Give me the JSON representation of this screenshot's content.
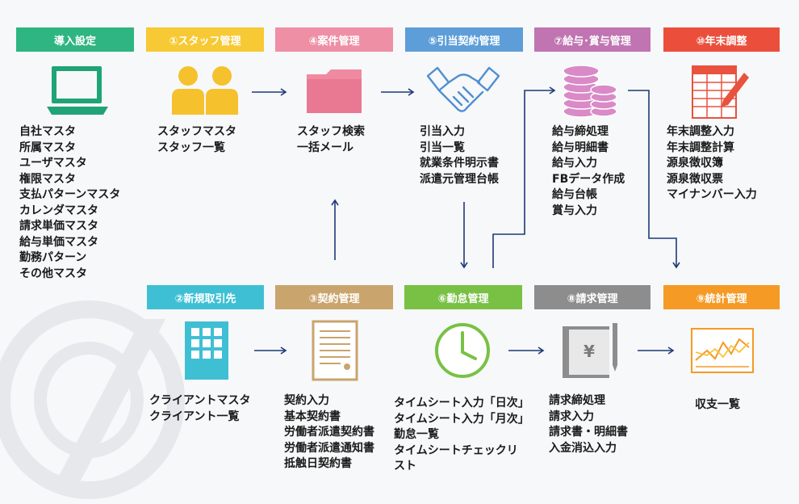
{
  "steps": {
    "setup": {
      "title": "導入設定",
      "color": "#2eb582",
      "items": [
        "自社マスタ",
        "所属マスタ",
        "ユーザマスタ",
        "権限マスタ",
        "支払パターンマスタ",
        "カレンダマスタ",
        "請求単価マスタ",
        "給与単価マスタ",
        "勤務パターン",
        "その他マスタ"
      ]
    },
    "staff": {
      "title": "①スタッフ管理",
      "color": "#f7c934",
      "items": [
        "スタッフマスタ",
        "スタッフ一覧"
      ]
    },
    "new_client": {
      "title": "②新規取引先",
      "color": "#3fbfd4",
      "items": [
        "クライアントマスタ",
        "クライアント一覧"
      ]
    },
    "contract": {
      "title": "③契約管理",
      "color": "#c9a46d",
      "items": [
        "契約入力",
        "基本契約書",
        "労働者派遣契約書",
        "労働者派遣通知書",
        "抵触日契約書"
      ]
    },
    "case": {
      "title": "④案件管理",
      "color": "#ee8fa5",
      "items": [
        "スタッフ検索",
        "一括メール"
      ]
    },
    "assignment": {
      "title": "⑤引当契約管理",
      "color": "#5d9ed8",
      "items": [
        "引当入力",
        "引当一覧",
        "就業条件明示書",
        "派遣元管理台帳"
      ]
    },
    "attendance": {
      "title": "⑥勤怠管理",
      "color": "#78c144",
      "items": [
        "タイムシート入力「日次」",
        "タイムシート入力「月次」",
        "勤怠一覧",
        "タイムシートチェックリ",
        "スト"
      ]
    },
    "payroll": {
      "title": "⑦給与･賞与管理",
      "color": "#c074b2",
      "items": [
        "給与締処理",
        "給与明細書",
        "給与入力",
        "FBデータ作成",
        "給与台帳",
        "賞与入力"
      ]
    },
    "billing": {
      "title": "⑧請求管理",
      "color": "#8d8d8d",
      "items": [
        "請求締処理",
        "請求入力",
        "請求書・明細書",
        "入金消込入力"
      ]
    },
    "statistics": {
      "title": "⑨統計管理",
      "color": "#f59a25",
      "items": [
        "収支一覧"
      ]
    },
    "year_end": {
      "title": "⑩年末調整",
      "color": "#eb4f3c",
      "items": [
        "年末調整入力",
        "年末調整計算",
        "源泉徴収簿",
        "源泉徴収票",
        "マイナンバー入力"
      ]
    }
  },
  "icons": {
    "setup": "laptop-icon",
    "staff": "people-icon",
    "case": "folder-icon",
    "assignment": "handshake-icon",
    "payroll": "coins-icon",
    "year_end": "spreadsheet-icon",
    "new_client": "building-icon",
    "contract": "document-icon",
    "attendance": "clock-icon",
    "billing": "yen-book-icon",
    "statistics": "chart-icon"
  },
  "colors": {
    "arrow": "#1d3a78"
  }
}
